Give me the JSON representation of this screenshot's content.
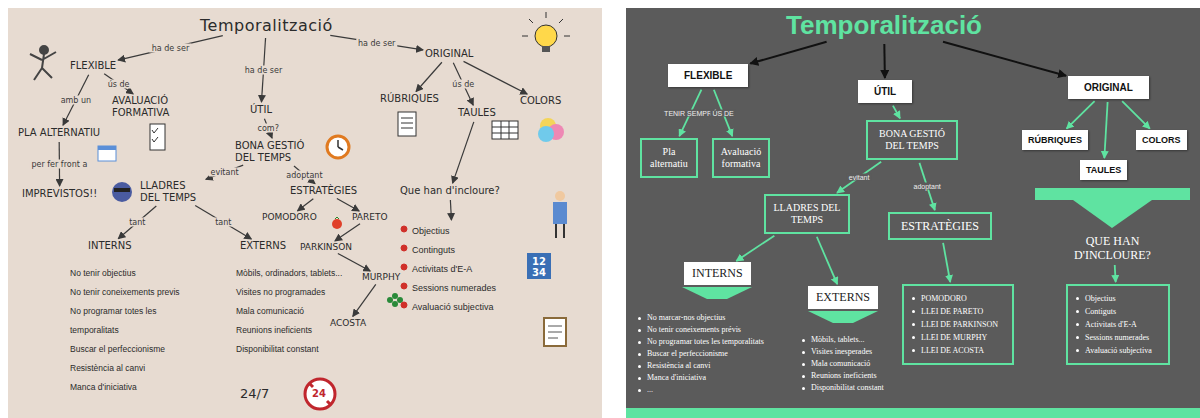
{
  "diagram": {
    "nodes": [
      {
        "text": [
          "Temporalització"
        ]
      },
      {
        "text": [
          "FLEXIBLE"
        ]
      },
      {
        "text": [
          "ÚTIL"
        ]
      },
      {
        "text": [
          "ORIGINAL"
        ]
      },
      {
        "text": [
          "PLA ALTERNATIU"
        ]
      },
      {
        "text": [
          "AVALUACIÓ FORMATIVA"
        ]
      },
      {
        "text": [
          "IMPREVISTOS!!"
        ]
      },
      {
        "text": [
          "BONA GESTIÓ DEL TEMPS"
        ]
      },
      {
        "text": [
          "LLADRES DEL TEMPS"
        ]
      },
      {
        "text": [
          "ESTRATÈGIES"
        ]
      },
      {
        "text": [
          "INTERNS"
        ]
      },
      {
        "text": [
          "EXTERNS"
        ]
      },
      {
        "text": [
          "No tenir objectius",
          "No tenir coneixements previs",
          "No programar totes les temporalitats",
          "Buscar el perfeccionisme",
          "Resistència al canvi",
          "Manca d'iniciativa"
        ]
      },
      {
        "text": [
          "Mòbils, ordinadors, tablets...",
          "Visites no programades",
          "Mala comunicació",
          "Reunions ineficients",
          "Disponibilitat constant"
        ]
      },
      {
        "text": [
          "POMODORO"
        ]
      },
      {
        "text": [
          "PARETO"
        ]
      },
      {
        "text": [
          "PARKINSON"
        ]
      },
      {
        "text": [
          "MURPHY"
        ]
      },
      {
        "text": [
          "ACOSTA"
        ]
      },
      {
        "text": [
          "RÚBRIQUES"
        ]
      },
      {
        "text": [
          "TAULES"
        ]
      },
      {
        "text": [
          "COLORS"
        ]
      },
      {
        "text": [
          "Que han d'incloure?"
        ]
      },
      {
        "text": [
          "Objectius",
          "Continguts",
          "Activitats d'E-A",
          "Sessions numerades",
          "Avaluació subjectiva"
        ]
      },
      {
        "text": [
          "Temporalització"
        ]
      },
      {
        "text": [
          "FLEXIBLE"
        ]
      },
      {
        "text": [
          "ÚTIL"
        ]
      },
      {
        "text": [
          "ORIGINAL"
        ]
      },
      {
        "text": [
          "Pla alternatiu"
        ]
      },
      {
        "text": [
          "Avaluació formativa"
        ]
      },
      {
        "text": [
          "BONA GESTIÓ DEL TEMPS"
        ]
      },
      {
        "text": [
          "LLADRES DEL TEMPS"
        ]
      },
      {
        "text": [
          "ESTRATÈGIES"
        ]
      },
      {
        "text": [
          "INTERNS"
        ]
      },
      {
        "text": [
          "EXTERNS"
        ]
      },
      {
        "text": [
          "No marcar-nos objectius",
          "No tenir coneixements prévis",
          "No programar totes les temporalitats",
          "Buscar el perfeccionisme",
          "Resistència al canvi",
          "Manca d'iniciativa",
          "..."
        ]
      },
      {
        "text": [
          "Mòbils, tablets...",
          "Visites inesperades",
          "Mala comunicació",
          "Reunions ineficients",
          "Disponibilitat constant"
        ]
      },
      {
        "text": [
          "POMODORO",
          "LLEI DE PARETO",
          "LLEI DE PARKINSON",
          "LLEI DE MURPHY",
          "LLEI DE ACOSTA"
        ]
      },
      {
        "text": [
          "RÚBRIQUES"
        ]
      },
      {
        "text": [
          "TAULES"
        ]
      },
      {
        "text": [
          "COLORS"
        ]
      },
      {
        "text": [
          "QUE HAN D'INCLOURE?"
        ]
      },
      {
        "text": [
          "Objectius",
          "Contiguts",
          "Activitats d'E-A",
          "Sessions numerades",
          "Avaluació subjectiva"
        ]
      }
    ],
    "edges": [
      {
        "from": 0,
        "to": 1,
        "label": "ha de ser",
        "arrow": "to"
      },
      {
        "from": 0,
        "to": 2,
        "label": "ha de ser",
        "arrow": "to"
      },
      {
        "from": 0,
        "to": 3,
        "label": "ha de ser",
        "arrow": "to"
      },
      {
        "from": 1,
        "to": 4,
        "label": "amb un",
        "arrow": "to"
      },
      {
        "from": 1,
        "to": 5,
        "label": "ús de",
        "arrow": "to"
      },
      {
        "from": 4,
        "to": 6,
        "label": "per fer front a",
        "arrow": "to"
      },
      {
        "from": 2,
        "to": 7,
        "label": "com?",
        "arrow": "to"
      },
      {
        "from": 7,
        "to": 8,
        "label": "evitant",
        "arrow": "to"
      },
      {
        "from": 7,
        "to": 9,
        "label": "adoptant",
        "arrow": "to"
      },
      {
        "from": 8,
        "to": 10,
        "label": "tant",
        "arrow": "to"
      },
      {
        "from": 8,
        "to": 11,
        "label": "tant",
        "arrow": "to"
      },
      {
        "from": 9,
        "to": 14,
        "arrow": "to"
      },
      {
        "from": 9,
        "to": 15,
        "arrow": "to"
      },
      {
        "from": 15,
        "to": 16,
        "arrow": "to"
      },
      {
        "from": 16,
        "to": 17,
        "arrow": "to"
      },
      {
        "from": 17,
        "to": 18,
        "arrow": "to"
      },
      {
        "from": 3,
        "to": 19,
        "arrow": "to"
      },
      {
        "from": 3,
        "to": 20,
        "label": "ús de",
        "arrow": "to"
      },
      {
        "from": 3,
        "to": 21,
        "arrow": "to"
      },
      {
        "from": 20,
        "to": 22,
        "arrow": "to"
      },
      {
        "from": 22,
        "to": 23,
        "arrow": "to"
      },
      {
        "from": 24,
        "to": 25,
        "arrow": "to"
      },
      {
        "from": 24,
        "to": 26,
        "arrow": "to"
      },
      {
        "from": 24,
        "to": 27,
        "arrow": "to"
      },
      {
        "from": 25,
        "to": 28,
        "label": "TENIR SEMPRE",
        "arrow": "to"
      },
      {
        "from": 25,
        "to": 29,
        "label": "ÚS DE",
        "arrow": "to"
      },
      {
        "from": 26,
        "to": 30,
        "arrow": "to"
      },
      {
        "from": 30,
        "to": 31,
        "label": "evitant",
        "arrow": "to"
      },
      {
        "from": 30,
        "to": 32,
        "label": "adoptant",
        "arrow": "to"
      },
      {
        "from": 31,
        "to": 33,
        "arrow": "to"
      },
      {
        "from": 31,
        "to": 34,
        "arrow": "to"
      },
      {
        "from": 32,
        "to": 37,
        "arrow": "to"
      },
      {
        "from": 27,
        "to": 38,
        "arrow": "to"
      },
      {
        "from": 27,
        "to": 39,
        "arrow": "to"
      },
      {
        "from": 27,
        "to": 40,
        "arrow": "to"
      },
      {
        "from": 41,
        "to": 42,
        "arrow": "to"
      }
    ],
    "labels": [
      "24/7",
      "1234",
      "24"
    ]
  }
}
